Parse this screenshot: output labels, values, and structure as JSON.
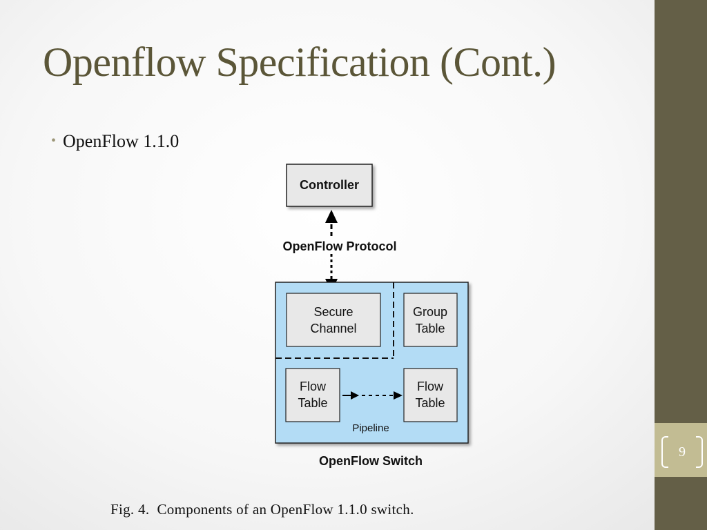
{
  "slide": {
    "title": "Openflow Specification (Cont.)",
    "bullet": "OpenFlow 1.1.0",
    "page_number": "9",
    "caption": "Fig. 4.  Components of an OpenFlow 1.1.0 switch."
  },
  "diagram": {
    "controller": "Controller",
    "protocol": "OpenFlow Protocol",
    "secure_channel": [
      "Secure",
      "Channel"
    ],
    "group_table": [
      "Group",
      "Table"
    ],
    "flow_table_1": [
      "Flow",
      "Table"
    ],
    "flow_table_2": [
      "Flow",
      "Table"
    ],
    "pipeline": "Pipeline",
    "switch": "OpenFlow Switch"
  },
  "colors": {
    "title": "#5b5638",
    "side_bar": "#645f47",
    "page_tab": "#c2bc93",
    "switch_fill": "#b3dcf5",
    "box_fill": "#e8e8e8"
  }
}
